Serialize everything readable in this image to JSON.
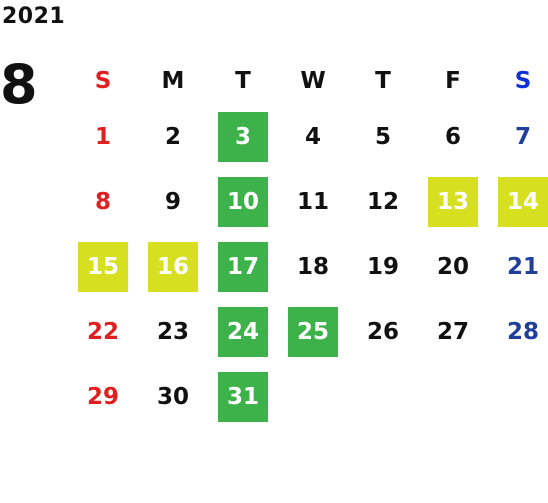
{
  "year": "2021",
  "month": "8",
  "weekdays": [
    "S",
    "M",
    "T",
    "W",
    "T",
    "F",
    "S"
  ],
  "colors": {
    "sunday": "#e02020",
    "saturday": "#1f3f9a",
    "highlight_green": "#3db24a",
    "highlight_yellow": "#d6df20"
  },
  "weeks": [
    [
      {
        "day": "1",
        "highlight": "none"
      },
      {
        "day": "2",
        "highlight": "none"
      },
      {
        "day": "3",
        "highlight": "green"
      },
      {
        "day": "4",
        "highlight": "none"
      },
      {
        "day": "5",
        "highlight": "none"
      },
      {
        "day": "6",
        "highlight": "none"
      },
      {
        "day": "7",
        "highlight": "none"
      }
    ],
    [
      {
        "day": "8",
        "highlight": "none"
      },
      {
        "day": "9",
        "highlight": "none"
      },
      {
        "day": "10",
        "highlight": "green"
      },
      {
        "day": "11",
        "highlight": "none"
      },
      {
        "day": "12",
        "highlight": "none"
      },
      {
        "day": "13",
        "highlight": "yellow"
      },
      {
        "day": "14",
        "highlight": "yellow"
      }
    ],
    [
      {
        "day": "15",
        "highlight": "yellow"
      },
      {
        "day": "16",
        "highlight": "yellow"
      },
      {
        "day": "17",
        "highlight": "green"
      },
      {
        "day": "18",
        "highlight": "none"
      },
      {
        "day": "19",
        "highlight": "none"
      },
      {
        "day": "20",
        "highlight": "none"
      },
      {
        "day": "21",
        "highlight": "none"
      }
    ],
    [
      {
        "day": "22",
        "highlight": "none"
      },
      {
        "day": "23",
        "highlight": "none"
      },
      {
        "day": "24",
        "highlight": "green"
      },
      {
        "day": "25",
        "highlight": "green"
      },
      {
        "day": "26",
        "highlight": "none"
      },
      {
        "day": "27",
        "highlight": "none"
      },
      {
        "day": "28",
        "highlight": "none"
      }
    ],
    [
      {
        "day": "29",
        "highlight": "none"
      },
      {
        "day": "30",
        "highlight": "none"
      },
      {
        "day": "31",
        "highlight": "green"
      },
      {
        "day": "",
        "highlight": "none"
      },
      {
        "day": "",
        "highlight": "none"
      },
      {
        "day": "",
        "highlight": "none"
      },
      {
        "day": "",
        "highlight": "none"
      }
    ]
  ]
}
